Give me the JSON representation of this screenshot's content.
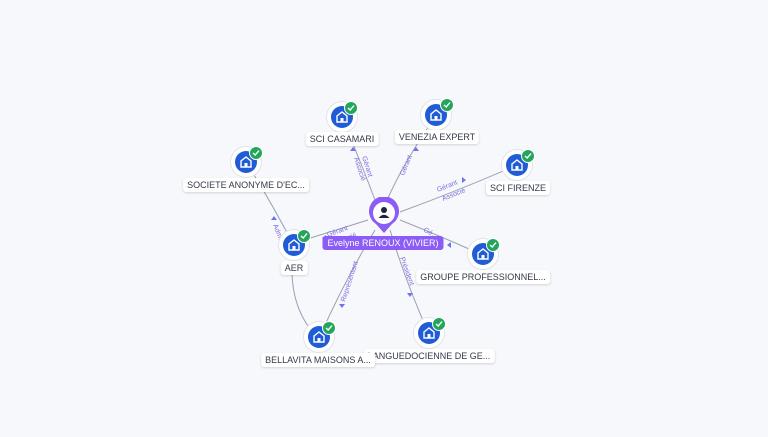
{
  "center": {
    "name": "Evelyne RENOUX (VIVIER)",
    "icon": "person-icon"
  },
  "nodes": [
    {
      "key": "sci-casamari",
      "label": "SCI CASAMARI",
      "icon": "company-icon",
      "status": "check-icon"
    },
    {
      "key": "venezia-expert",
      "label": "VENEZIA EXPERT",
      "icon": "company-icon",
      "status": "check-icon"
    },
    {
      "key": "sci-firenze",
      "label": "SCI FIRENZE",
      "icon": "company-icon",
      "status": "check-icon"
    },
    {
      "key": "groupe-professionnel",
      "label": "GROUPE PROFESSIONNEL...",
      "icon": "company-icon",
      "status": "check-icon"
    },
    {
      "key": "languedocienne",
      "label": "LANGUEDOCIENNE DE GE...",
      "icon": "company-icon",
      "status": "check-icon"
    },
    {
      "key": "bellavita",
      "label": "BELLAVITA MAISONS A...",
      "icon": "company-icon",
      "status": "check-icon"
    },
    {
      "key": "aer",
      "label": "AER",
      "icon": "company-icon",
      "status": "check-icon"
    },
    {
      "key": "societe-anonyme",
      "label": "SOCIETE ANONYME D'EC...",
      "icon": "company-icon",
      "status": "check-icon"
    }
  ],
  "edge_labels": {
    "casamari": [
      "Gérant",
      "Associé"
    ],
    "venezia": [
      "Gérant"
    ],
    "firenze": [
      "Gérant",
      "Associé"
    ],
    "groupe": [
      "Gé..."
    ],
    "languedocienne": [
      "Président"
    ],
    "bellavita": [
      "Représentant"
    ],
    "aer": [
      "Gérant",
      "Associé"
    ],
    "societe": [
      "Adm..."
    ]
  },
  "colors": {
    "company": "#1f5cd6",
    "check": "#23a55a",
    "person": "#8b5cf6",
    "edge_label": "#7b6ee0"
  }
}
